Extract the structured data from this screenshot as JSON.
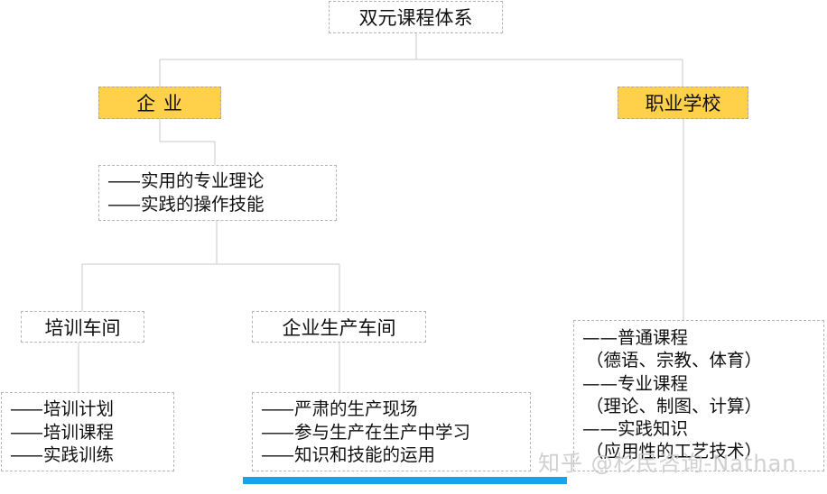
{
  "diagram": {
    "root": {
      "label": "双元课程体系"
    },
    "enterprise": {
      "label": "企 业",
      "summary": [
        "实用的专业理论",
        "实践的操作技能"
      ],
      "children": [
        {
          "label": "培训车间",
          "items": [
            "培训计划",
            "培训课程",
            "实践训练"
          ]
        },
        {
          "label": "企业生产车间",
          "items": [
            "严肃的生产现场",
            "参与生产在生产中学习",
            "知识和技能的运用"
          ]
        }
      ]
    },
    "school": {
      "label": "职业学校",
      "items": [
        {
          "title": "普通课程",
          "detail": "（德语、宗教、体育）"
        },
        {
          "title": "专业课程",
          "detail": "（理论、制图、计算）"
        },
        {
          "title": "实践知识",
          "detail": "（应用性的工艺技术）"
        }
      ]
    },
    "dash": "——",
    "fill_color": "#ffd04a",
    "accent_bar_color": "#1aa3e8"
  },
  "watermark": "知乎 @杉民咨询-Nathan"
}
